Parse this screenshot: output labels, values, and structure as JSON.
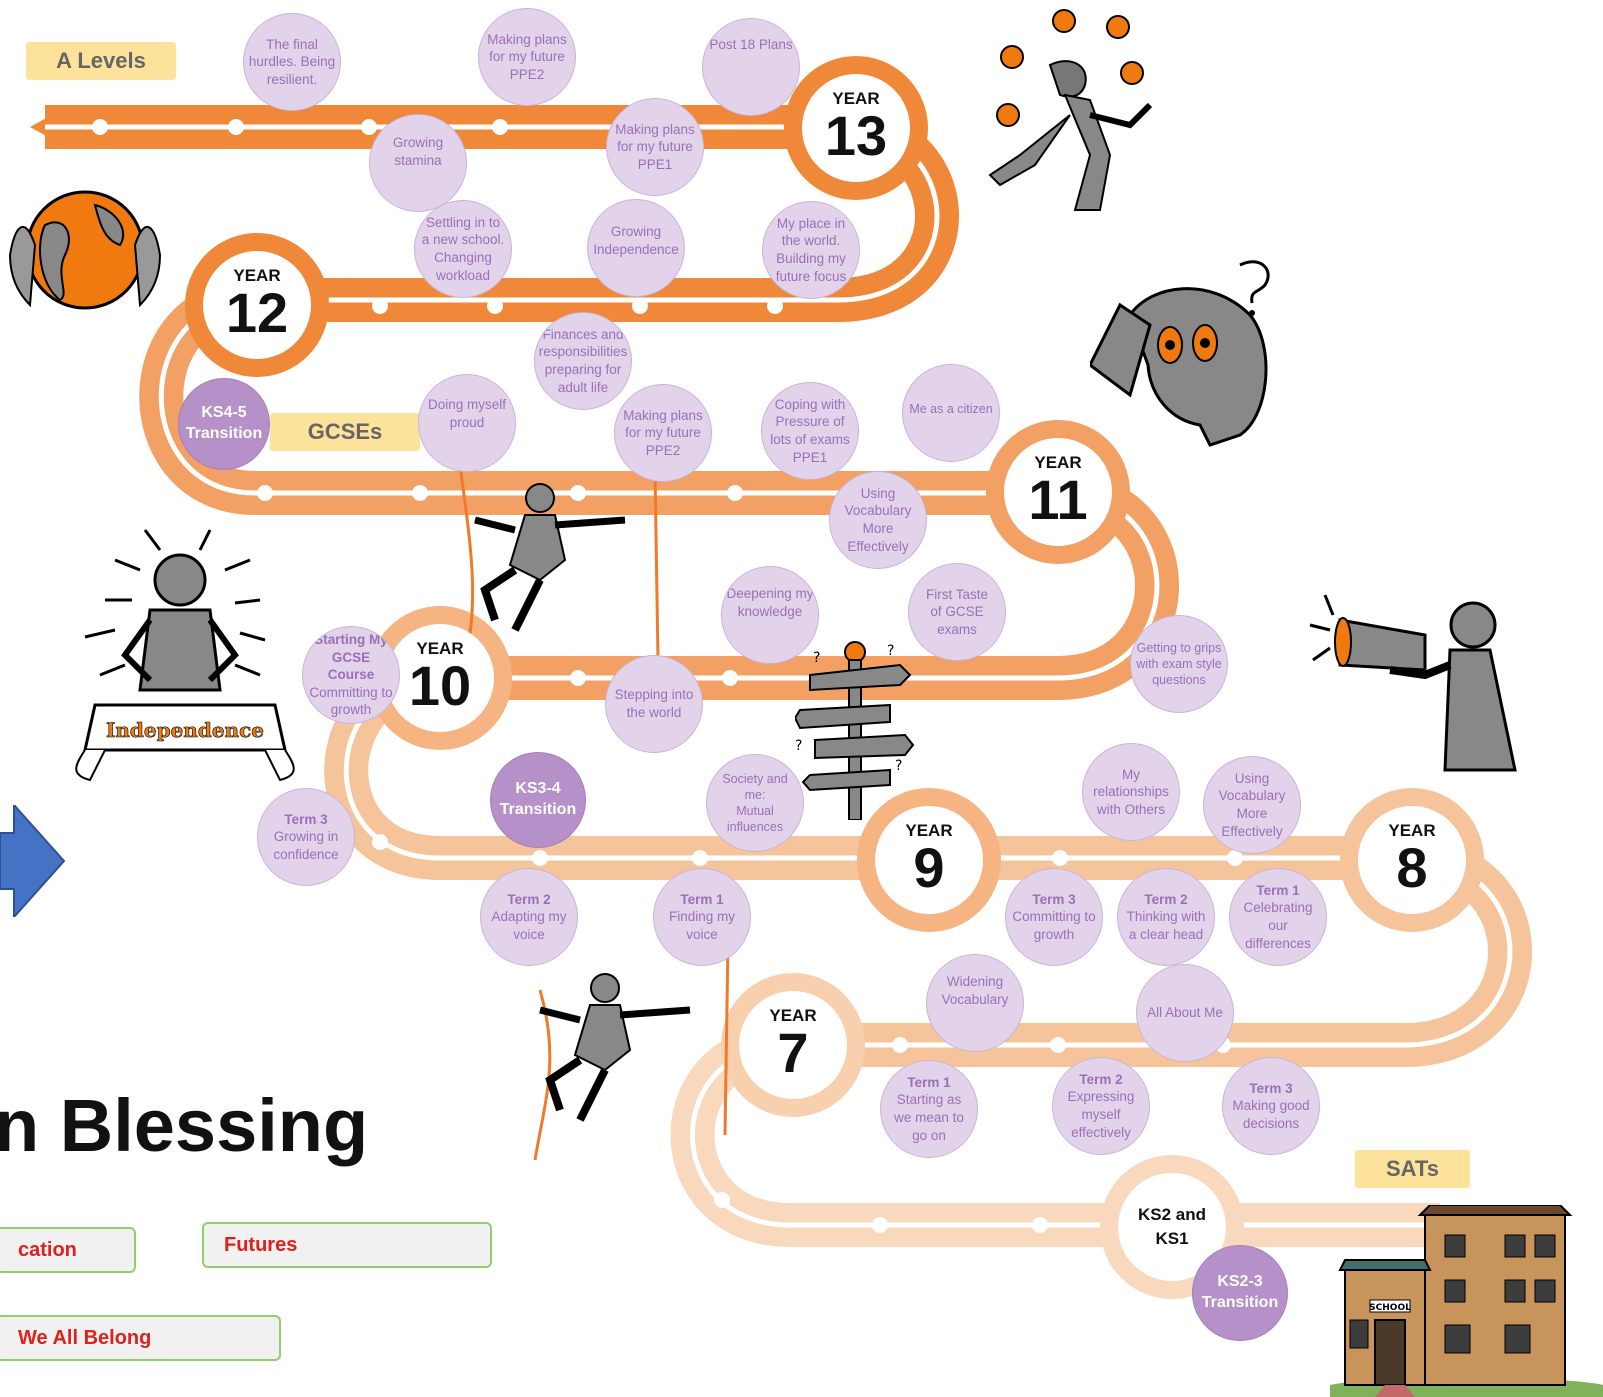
{
  "stages": {
    "a_levels": "A Levels",
    "gcses": "GCSEs",
    "sats": "SATs"
  },
  "years": {
    "y13": {
      "word": "YEAR",
      "num": "13"
    },
    "y12": {
      "word": "YEAR",
      "num": "12"
    },
    "y11": {
      "word": "YEAR",
      "num": "11"
    },
    "y10": {
      "word": "YEAR",
      "num": "10"
    },
    "y9": {
      "word": "YEAR",
      "num": "9"
    },
    "y8": {
      "word": "YEAR",
      "num": "8"
    },
    "y7": {
      "word": "YEAR",
      "num": "7"
    },
    "ks": "KS2 and\nKS1"
  },
  "transitions": {
    "ks45": "KS4-5\nTransition",
    "ks34": "KS3-4\nTransition",
    "ks23": "KS2-3\nTransition"
  },
  "bubbles": {
    "final_hurdles": "The final\nhurdles.  Being\nresilient.",
    "plans_ppe2_top": "Making plans\nfor my future\nPPE2",
    "post18": "Post 18 Plans",
    "growing_stamina": "Growing\nstamina",
    "plans_ppe1": "Making plans\nfor my future\nPPE1",
    "settling_in": "Settling in to\na new school.\nChanging\nworkload",
    "growing_independence": "Growing\nIndependence",
    "my_place": "My place in\nthe world.\nBuilding my\nfuture focus",
    "finances": "Finances and\nresponsibilities\npreparing for\nadult life",
    "doing_proud": "Doing myself\nproud",
    "plans_ppe2_mid": "Making plans\nfor my future\nPPE2",
    "coping": "Coping with\nPressure of\nlots of exams\nPPE1",
    "citizen": "Me as a citizen",
    "vocab_y11": "Using\nVocabulary\nMore\nEffectively",
    "deepening": "Deepening my\nknowledge",
    "first_taste": "First Taste\nof GCSE\nexams",
    "getting_to_grips": "Getting to grips\nwith exam style\nquestions",
    "starting_gcse_title": "Starting My\nGCSE Course",
    "starting_gcse_body": "Committing to\ngrowth",
    "stepping": "Stepping into\nthe world",
    "society": "Society and me:\nMutual\ninfluences",
    "relationships": "My\nrelationships\nwith Others",
    "vocab_y8": "Using\nVocabulary\nMore\nEffectively",
    "t3_confidence_title": "Term 3",
    "t3_confidence_body": "Growing in\nconfidence",
    "t2_adapting_title": "Term 2",
    "t2_adapting_body": "Adapting my\nvoice",
    "t1_finding_title": "Term 1",
    "t1_finding_body": "Finding my\nvoice",
    "t3_committing_title": "Term 3",
    "t3_committing_body": "Committing to\ngrowth",
    "t2_thinking_title": "Term 2",
    "t2_thinking_body": "Thinking with\na clear head",
    "t1_celebrating_title": "Term 1",
    "t1_celebrating_body": "Celebrating\nour\ndifferences",
    "widening": "Widening\nVocabulary",
    "all_about_me": "All About Me",
    "t1_starting_title": "Term 1",
    "t1_starting_body": "Starting as\nwe mean to\ngo on",
    "t2_expressing_title": "Term 2",
    "t2_expressing_body": "Expressing\nmyself\neffectively",
    "t3_making_title": "Term 3",
    "t3_making_body": "Making good\ndecisions"
  },
  "banner": {
    "independence": "Independence"
  },
  "heading": "n Blessing",
  "nav": {
    "cation": "cation",
    "futures": "Futures",
    "we_all_belong": "We All Belong"
  },
  "school_sign": "SCHOOL",
  "colors": {
    "road_dark": "#f0883a",
    "road_mid": "#f2a064",
    "road_light": "#f5c49b",
    "road_pale": "#f8d9bd",
    "bubble": "#e2d3ea",
    "bubble_text": "#9b6fb7",
    "transition": "#b690c8",
    "tag": "#fde29b",
    "nav_text": "#e0201c",
    "nav_border": "#8fd06b",
    "arrow": "#4472c4"
  }
}
